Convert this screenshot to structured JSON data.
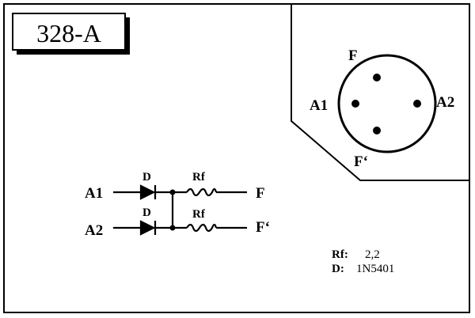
{
  "title": "328-A",
  "connector": {
    "pins": {
      "top": "F",
      "left": "A1",
      "right": "A2",
      "bottom": "F‘"
    }
  },
  "schematic": {
    "row1": {
      "input": "A1",
      "diode": "D",
      "resistor": "Rf",
      "output": "F"
    },
    "row2": {
      "input": "A2",
      "diode": "D",
      "resistor": "Rf",
      "output": "F‘"
    }
  },
  "legend": {
    "rf_label": "Rf:",
    "rf_value": "2,2",
    "d_label": "D:",
    "d_value": "1N5401"
  }
}
